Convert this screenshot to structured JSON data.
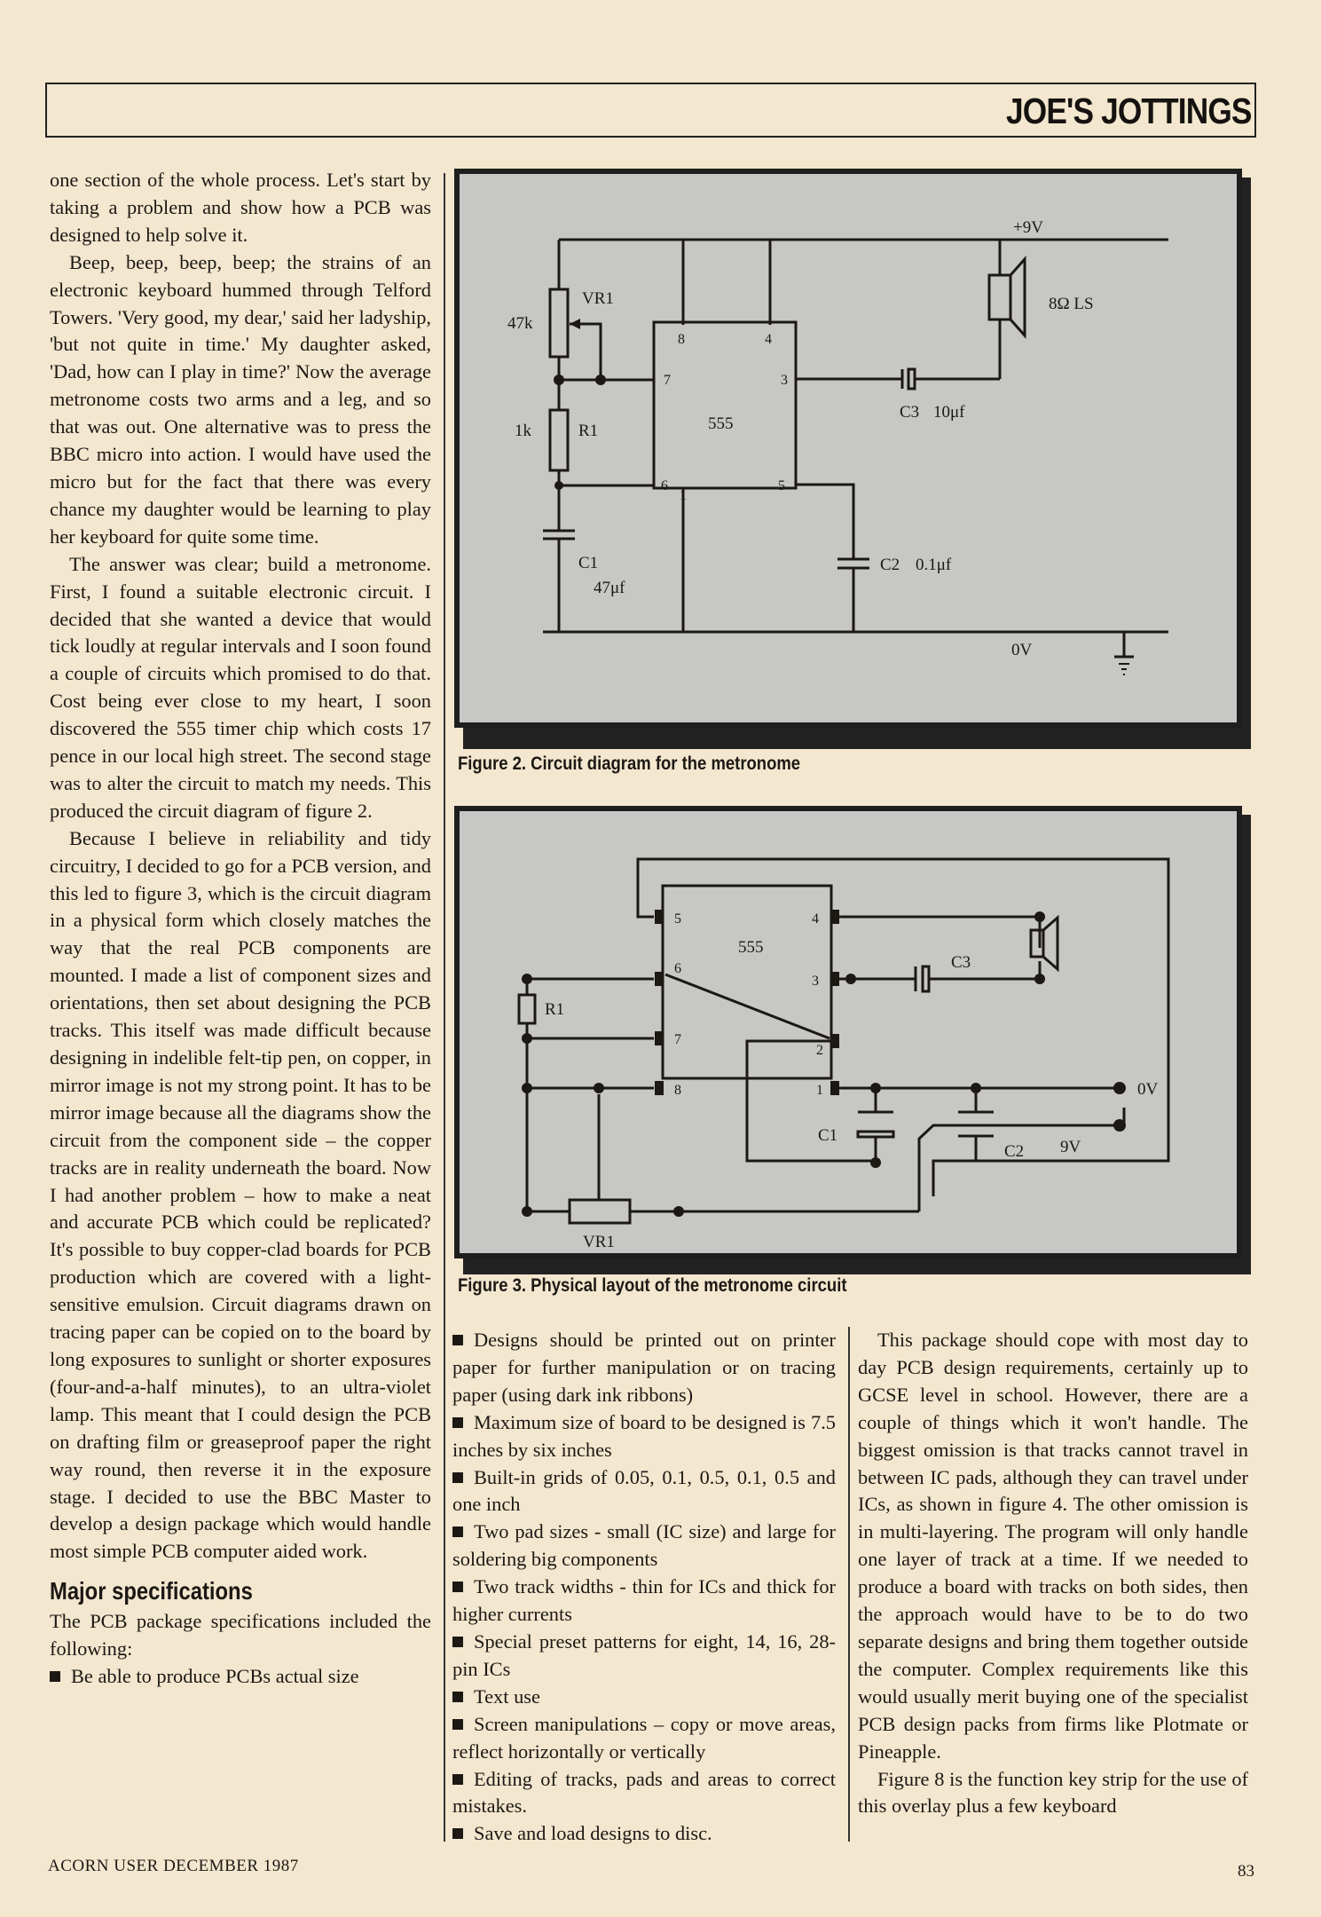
{
  "header": {
    "title": "JOE'S JOTTINGS"
  },
  "column1": {
    "paragraphs": [
      "one section of the whole process. Let's start by taking a problem and show how a PCB was designed to help solve it.",
      "Beep, beep, beep, beep; the strains of an electronic keyboard hummed through Telford Towers. 'Very good, my dear,' said her ladyship, 'but not quite in time.' My daughter asked, 'Dad, how can I play in time?' Now the average metronome costs two arms and a leg, and so that was out. One alternative was to press the BBC micro into action. I would have used the micro but for the fact that there was every chance my daughter would be learning to play her keyboard for quite some time.",
      "The answer was clear; build a metronome. First, I found a suitable electronic circuit. I decided that she wanted a device that would tick loudly at regular intervals and I soon found a couple of circuits which promised to do that. Cost being ever close to my heart, I soon discovered the 555 timer chip which costs 17 pence in our local high street. The second stage was to alter the circuit to match my needs. This produced the circuit diagram of figure 2.",
      "Because I believe in reliability and tidy circuitry, I decided to go for a PCB version, and this led to figure 3, which is the circuit diagram in a physical form which closely matches the way that the real PCB components are mounted. I made a list of component sizes and orientations, then set about designing the PCB tracks. This itself was made difficult because designing in indelible felt-tip pen, on copper, in mirror image is not my strong point. It has to be mirror image because all the diagrams show the circuit from the component side – the copper tracks are in reality underneath the board. Now I had another problem – how to make a neat and accurate PCB which could be replicated? It's possible to buy copper-clad boards for PCB production which are covered with a light-sensitive emulsion. Circuit diagrams drawn on tracing paper can be copied on to the board by long exposures to sunlight or shorter exposures (four-and-a-half minutes), to an ultra-violet lamp. This meant that I could design the PCB on drafting film or greaseproof paper the right way round, then reverse it in the exposure stage. I decided to use the BBC Master to develop a design package which would handle most simple PCB computer aided work."
    ],
    "subhead": "Major specifications",
    "after_subhead": "The PCB package specifications included the following:",
    "first_bullet": "Be able to produce PCBs actual size"
  },
  "column2": {
    "bullets": [
      "Designs should be printed out on printer paper for further manipulation or on tracing paper (using dark ink ribbons)",
      "Maximum size of board to be designed is 7.5 inches by six inches",
      "Built-in grids of 0.05, 0.1, 0.5, 0.1, 0.5 and one inch",
      "Two pad sizes - small (IC size) and large for soldering big components",
      "Two track widths - thin for ICs and thick for higher currents",
      "Special preset patterns for eight, 14, 16, 28-pin ICs",
      "Text use",
      "Screen manipulations – copy or move areas, reflect horizontally or vertically",
      "Editing of tracks, pads and areas to correct mistakes.",
      "Save and load designs to disc."
    ]
  },
  "column3": {
    "paragraphs": [
      "This package should cope with most day to day PCB design requirements, certainly up to GCSE level in school. However, there are a couple of things which it won't handle. The biggest omission is that tracks cannot travel in between IC pads, although they can travel under ICs, as shown in figure 4. The other omission is in multi-layering. The program will only handle one layer of track at a time. If we needed to produce a board with tracks on both sides, then the approach would have to be to do two separate designs and bring them together outside the computer. Complex requirements like this would usually merit buying one of the specialist PCB design packs from firms like Plotmate or Pineapple.",
      "Figure 8 is the function key strip for the use of this overlay plus a few keyboard"
    ]
  },
  "figure2": {
    "caption": "Figure 2. Circuit diagram for the metronome",
    "labels": {
      "supply": "+9V",
      "ground": "0V",
      "speaker": "8Ω LS",
      "vr1": "VR1",
      "vr1_value": "47k",
      "r1": "R1",
      "r1_value": "1k",
      "c1": "C1",
      "c1_value": "47μf",
      "c2": "C2",
      "c2_value": "0.1μf",
      "c3": "C3",
      "c3_value": "10μf",
      "chip": "555",
      "pin8": "8",
      "pin4": "4",
      "pin7": "7",
      "pin3": "3",
      "pin6": "6",
      "pin1": "1",
      "pin5": "5"
    }
  },
  "figure3": {
    "caption": "Figure 3. Physical layout of the metronome circuit",
    "labels": {
      "chip": "555",
      "r1": "R1",
      "c1": "C1",
      "c2": "C2",
      "c3": "C3",
      "vr1": "VR1",
      "ground": "0V",
      "supply": "9V",
      "pin5": "5",
      "pin4": "4",
      "pin6": "6",
      "pin3": "3",
      "pin7": "7",
      "pin2": "2",
      "pin8": "8",
      "pin1": "1"
    }
  },
  "footer": {
    "left": "ACORN USER DECEMBER 1987",
    "page": "83"
  }
}
